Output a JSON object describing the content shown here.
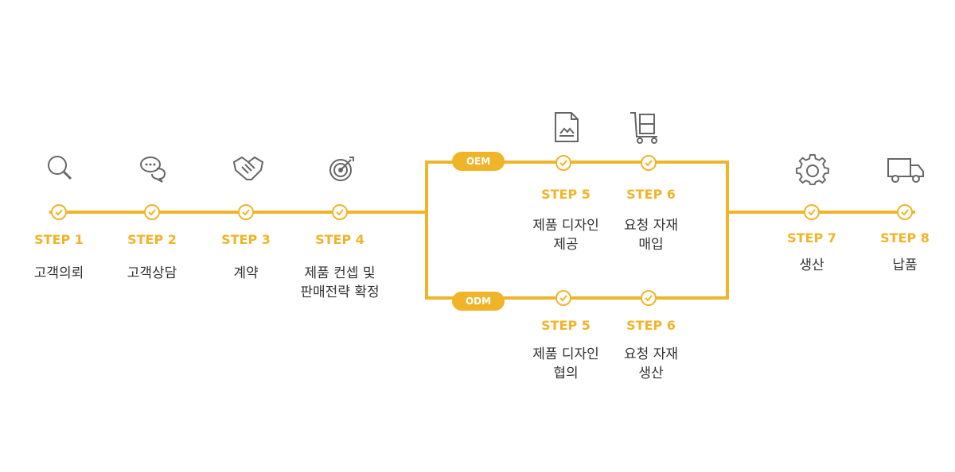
{
  "steps": {
    "s1": {
      "label": "STEP 1",
      "desc": "고객의뢰",
      "icon": "search-icon"
    },
    "s2": {
      "label": "STEP 2",
      "desc": "고객상담",
      "icon": "chat-icon"
    },
    "s3": {
      "label": "STEP 3",
      "desc": "계약",
      "icon": "handshake-icon"
    },
    "s4": {
      "label": "STEP 4",
      "desc": "제품 컨셉 및\n판매전략 확정",
      "icon": "target-icon"
    },
    "oem5": {
      "label": "STEP 5",
      "desc": "제품 디자인\n제공",
      "icon": "document-icon"
    },
    "oem6": {
      "label": "STEP 6",
      "desc": "요청 자재\n매입",
      "icon": "cart-icon"
    },
    "odm5": {
      "label": "STEP 5",
      "desc": "제품 디자인\n협의"
    },
    "odm6": {
      "label": "STEP 6",
      "desc": "요청 자재\n생산"
    },
    "s7": {
      "label": "STEP 7",
      "desc": "생산",
      "icon": "gear-icon"
    },
    "s8": {
      "label": "STEP 8",
      "desc": "납품",
      "icon": "truck-icon"
    }
  },
  "branches": {
    "oem": "OEM",
    "odm": "ODM"
  },
  "colors": {
    "accent": "#f0b429",
    "text": "#333333",
    "icon": "#666666"
  }
}
